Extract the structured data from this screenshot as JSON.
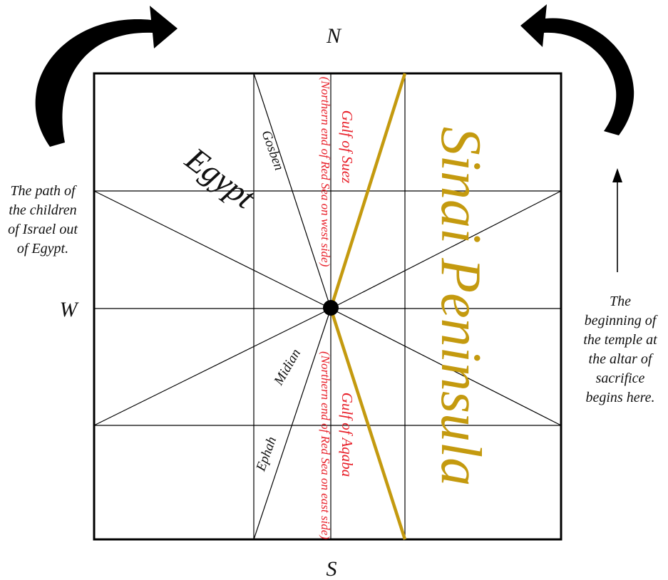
{
  "compass": {
    "north": "N",
    "south": "S",
    "west": "W"
  },
  "labels": {
    "egypt": "Egypt",
    "gosben": "Gosben",
    "midian": "Midian",
    "ephah": "Ephah",
    "sinai": "Sinai Peninsula",
    "gulf_suez": "Gulf of Suez",
    "gulf_suez_note": "(Northern end of Red Sea on west side)",
    "gulf_aqaba": "Gulf of Aqaba",
    "gulf_aqaba_note": "(Northern end of Red Sea on east side)"
  },
  "notes": {
    "left_lines": [
      "The path of",
      "the children",
      "of Israel out",
      "of Egypt."
    ],
    "right_lines": [
      "The",
      "beginning of",
      "the temple at",
      "the altar of",
      "sacrifice",
      "begins here."
    ]
  },
  "colors": {
    "gold": "#C49A0F",
    "red": "#E8202A",
    "ink": "#000000"
  },
  "icons": {
    "left_arrow": "curved-arrow-clockwise-icon",
    "right_arrow": "curved-arrow-counterclockwise-icon",
    "up_arrow": "up-arrow-icon"
  }
}
